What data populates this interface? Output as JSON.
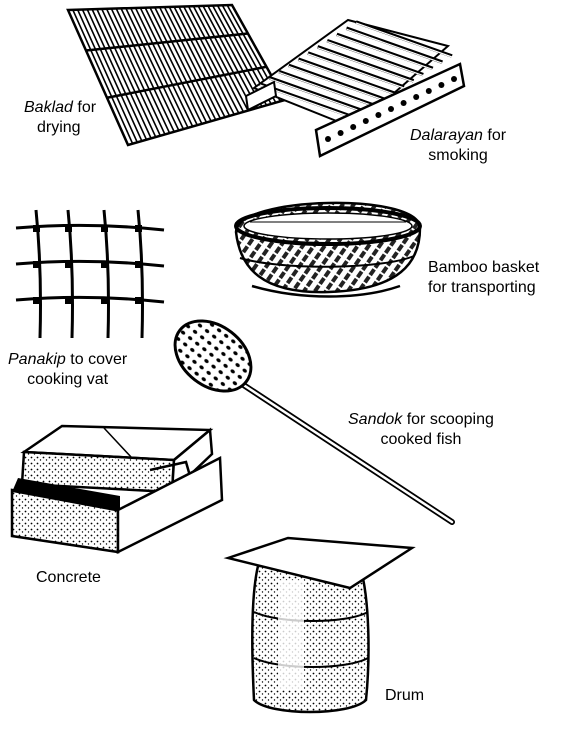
{
  "labels": {
    "baklad": {
      "name": "Baklad",
      "rest1": " for",
      "line2": "drying"
    },
    "dalarayan": {
      "name": "Dalarayan",
      "rest1": " for",
      "line2": "smoking"
    },
    "panakip": {
      "name": "Panakip",
      "rest1": " to cover",
      "line2": "cooking vat"
    },
    "basket": {
      "line1": "Bamboo basket",
      "line2": "for transporting"
    },
    "sandok": {
      "name": "Sandok",
      "rest1": " for scooping",
      "line2": "cooked fish"
    },
    "concrete": {
      "text": "Concrete"
    },
    "drum": {
      "text": "Drum"
    }
  }
}
